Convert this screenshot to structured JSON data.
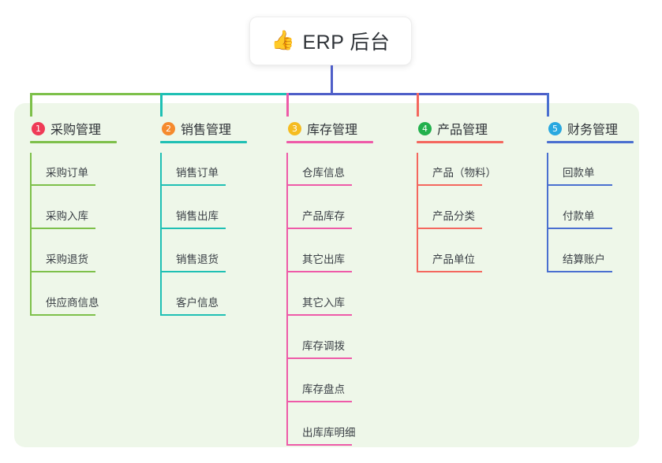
{
  "root": {
    "icon": "thumbs-up-icon",
    "emoji": "👍",
    "title": "ERP 后台"
  },
  "colors": {
    "panel_bg": "#eef7e9",
    "root_stem": "#4e5ec8",
    "bus": "#4e5ec8"
  },
  "columns": [
    {
      "index": "1",
      "title": "采购管理",
      "badge_color": "#ef3b57",
      "line_color": "#7dc04a",
      "items": [
        "采购订单",
        "采购入库",
        "采购退货",
        "供应商信息"
      ]
    },
    {
      "index": "2",
      "title": "销售管理",
      "badge_color": "#f58a2e",
      "line_color": "#1fc0b4",
      "items": [
        "销售订单",
        "销售出库",
        "销售退货",
        "客户信息"
      ]
    },
    {
      "index": "3",
      "title": "库存管理",
      "badge_color": "#f5bc20",
      "line_color": "#ee5aa8",
      "items": [
        "仓库信息",
        "产品库存",
        "其它出库",
        "其它入库",
        "库存调拨",
        "库存盘点",
        "出库库明细"
      ]
    },
    {
      "index": "4",
      "title": "产品管理",
      "badge_color": "#23b14d",
      "line_color": "#f4675e",
      "items": [
        "产品（物料）",
        "产品分类",
        "产品单位"
      ]
    },
    {
      "index": "5",
      "title": "财务管理",
      "badge_color": "#29a8e0",
      "line_color": "#4a6fd0",
      "items": [
        "回款单",
        "付款单",
        "结算账户"
      ]
    }
  ]
}
